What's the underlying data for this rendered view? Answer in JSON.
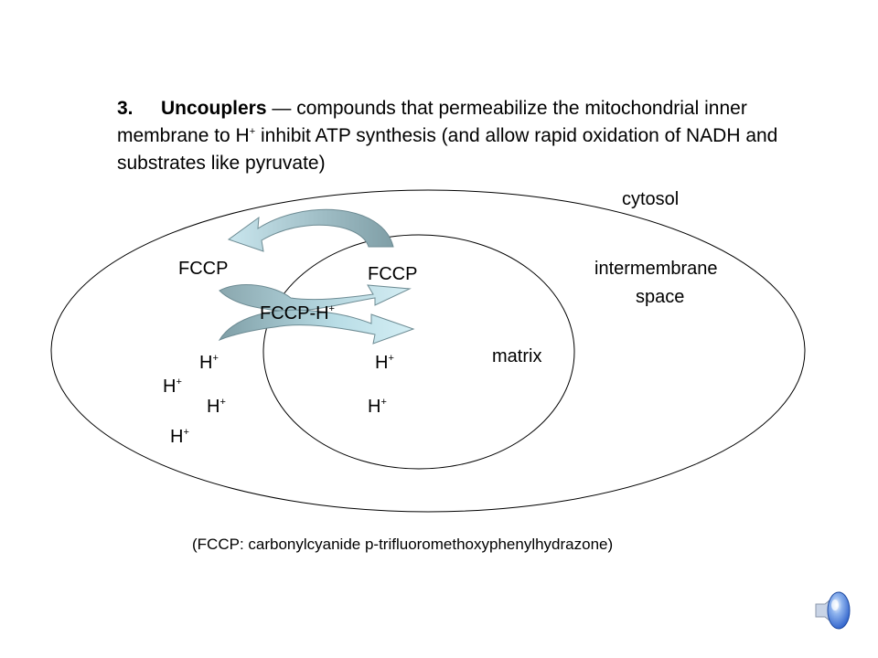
{
  "heading": {
    "number": "3.",
    "bold_term": "Uncouplers",
    "text_a": " — compounds that permeabilize the mitochondrial inner membrane to H",
    "sup": "+",
    "text_b": " inhibit ATP synthesis (and allow rapid oxidation of NADH and substrates like pyruvate)"
  },
  "labels": {
    "cytosol": "cytosol",
    "intermembrane_line1": "intermembrane",
    "intermembrane_line2": "space",
    "matrix": "matrix",
    "fccp_outer": "FCCP",
    "fccp_inner": "FCCP",
    "fccp_h": "FCCP-H",
    "fccp_h_sup": "+"
  },
  "protons": {
    "text": "H",
    "sup": "+"
  },
  "footnote": "(FCCP: carbonylcyanide p-trifluoromethoxyphenylhydrazone)",
  "colors": {
    "arrow_light": "#b9dde6",
    "arrow_dark": "#7f9ea6",
    "speaker_blue": "#2a5ec9"
  }
}
